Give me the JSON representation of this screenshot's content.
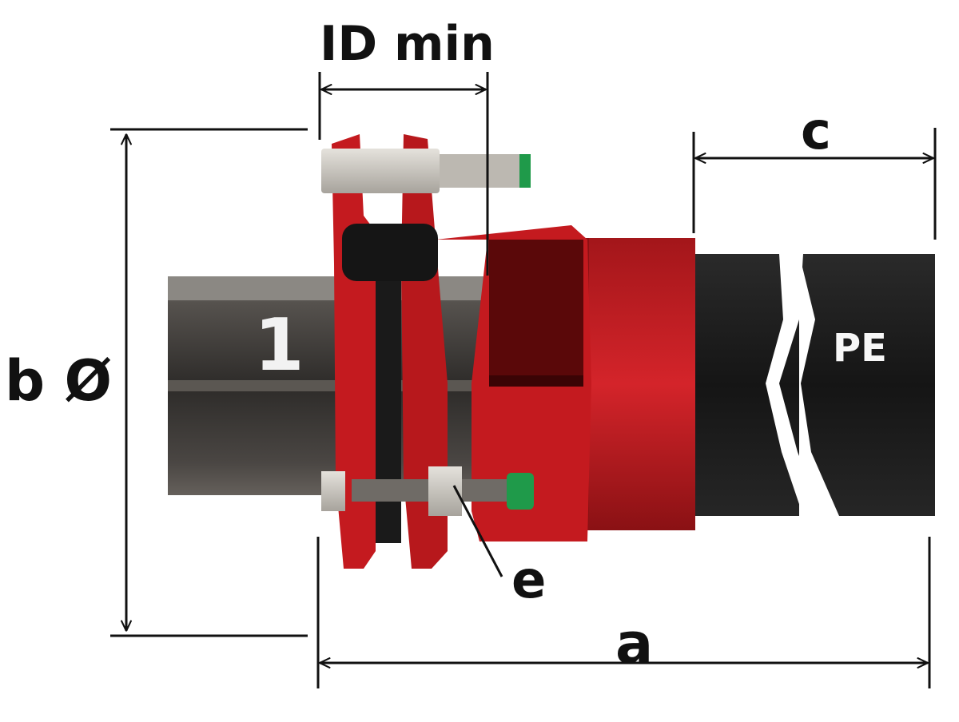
{
  "labels": {
    "id_min": "ID min",
    "c": "c",
    "b": "b Ø",
    "e": "e",
    "a": "a",
    "pipe_number": "1",
    "pe": "PE"
  },
  "colors": {
    "coupling_red": "#c41a1f",
    "coupling_dark_red": "#6a0a0c",
    "steel_pipe": "#3d3a38",
    "pe_pipe": "#1c1c1c",
    "bolt": "#cfcbc4",
    "cap_green": "#1f9a4a",
    "dimension_line": "#111111"
  }
}
